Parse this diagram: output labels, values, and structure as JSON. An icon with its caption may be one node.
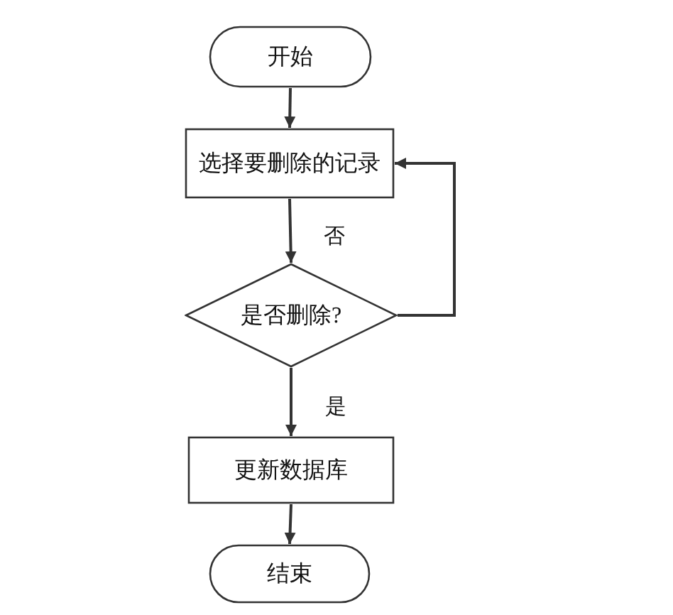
{
  "diagram": {
    "nodes": [
      {
        "text": [
          "开始"
        ]
      },
      {
        "text": [
          "选择要删除的记录"
        ]
      },
      {
        "text": [
          "是否删除?"
        ]
      },
      {
        "text": [
          "更新数据库"
        ]
      },
      {
        "text": [
          "结束"
        ]
      }
    ],
    "edges": [
      {
        "from": 0,
        "to": 1,
        "arrow": "to"
      },
      {
        "from": 1,
        "to": 2,
        "arrow": "to",
        "label": "否"
      },
      {
        "from": 2,
        "to": 1,
        "arrow": "to"
      },
      {
        "from": 2,
        "to": 3,
        "arrow": "to",
        "label": "是"
      },
      {
        "from": 3,
        "to": 4,
        "arrow": "to"
      }
    ]
  }
}
